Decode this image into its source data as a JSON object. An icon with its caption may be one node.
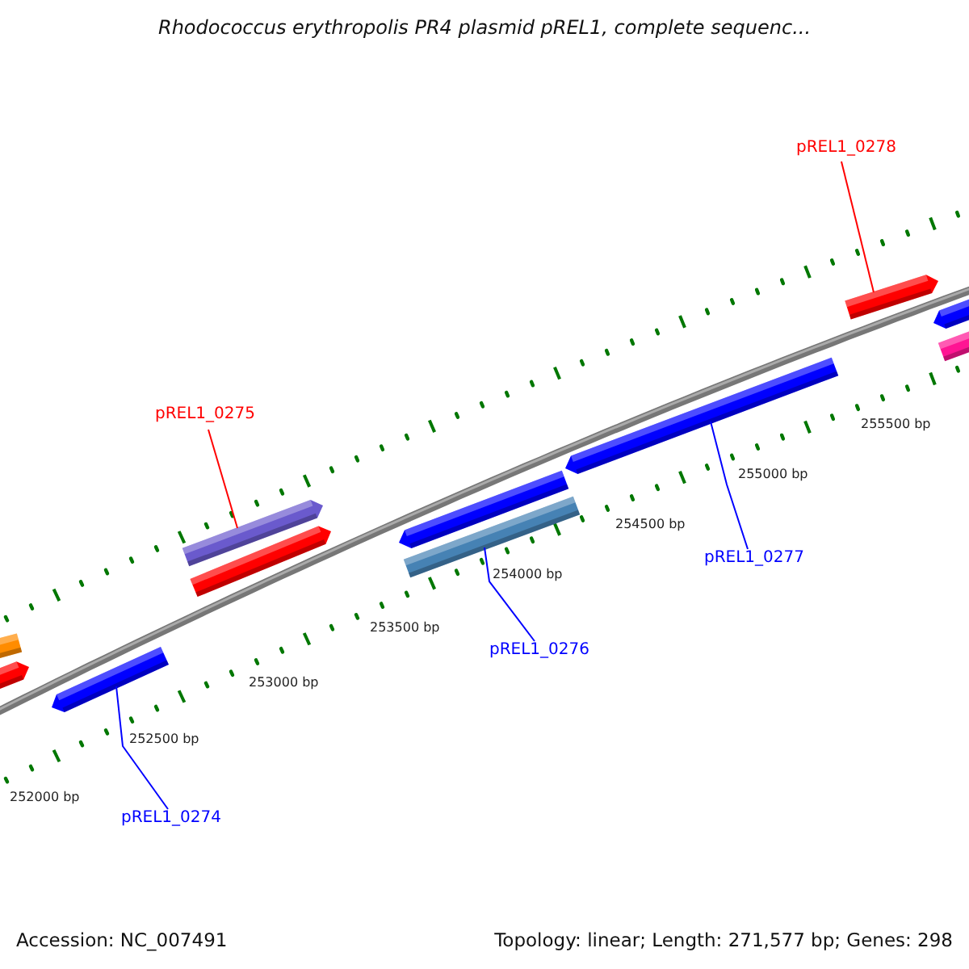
{
  "diagram": {
    "title": "Rhodococcus erythropolis PR4 plasmid pREL1, complete sequenc...",
    "nodes": [
      {
        "text": [
          "pREL1_0278"
        ]
      },
      {
        "text": [
          "pREL1_0275"
        ]
      },
      {
        "text": [
          "pREL1_0277"
        ]
      },
      {
        "text": [
          "pREL1_0276"
        ]
      },
      {
        "text": [
          "pREL1_0274"
        ]
      },
      {
        "text": [],
        "shape": "bar"
      },
      {
        "text": [],
        "shape": "bar"
      },
      {
        "text": [],
        "shape": "bar"
      },
      {
        "text": [],
        "shape": "bar"
      },
      {
        "text": [],
        "shape": "bar"
      }
    ],
    "edges": [
      {
        "from": 0,
        "to": 5,
        "arrow": "none",
        "color": "#ff0000"
      },
      {
        "from": 1,
        "to": 6,
        "arrow": "none",
        "color": "#ff0000"
      },
      {
        "from": 2,
        "to": 7,
        "arrow": "none"
      },
      {
        "from": 3,
        "to": 8,
        "arrow": "none"
      },
      {
        "from": 4,
        "to": 9,
        "arrow": "none"
      }
    ],
    "labels": [
      "255500 bp",
      "255000 bp",
      "254500 bp",
      "254000 bp",
      "253500 bp",
      "253000 bp",
      "252500 bp",
      "252000 bp",
      "Accession: NC_007491",
      "Topology: linear; Length: 271,577 bp; Genes: 298"
    ]
  }
}
